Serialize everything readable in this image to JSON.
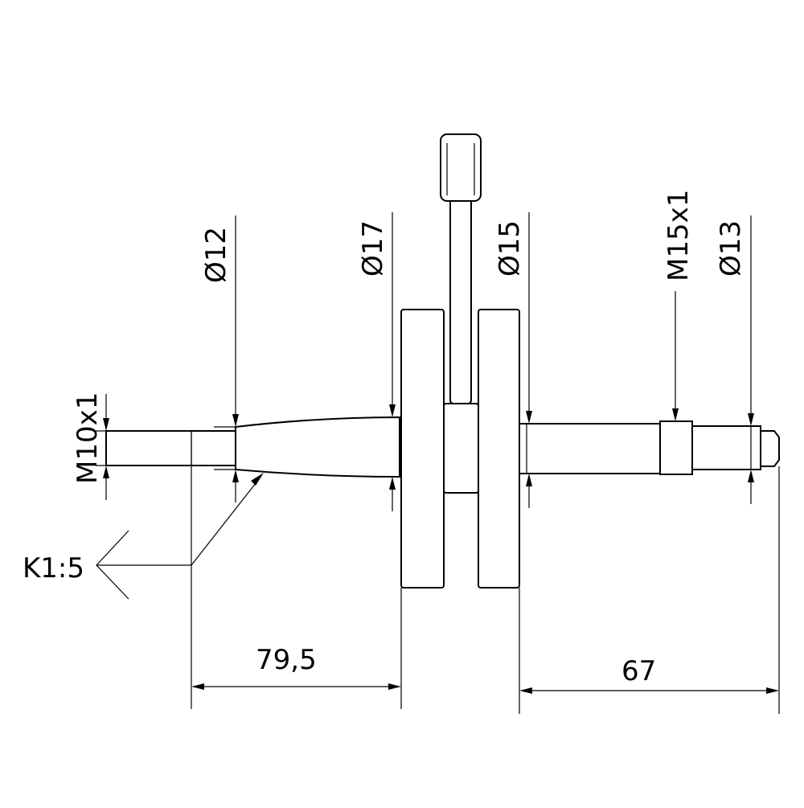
{
  "labels": {
    "d12": "Ø12",
    "d17": "Ø17",
    "d15": "Ø15",
    "m15": "M15x1",
    "d13": "Ø13",
    "m10": "M10x1",
    "taper": "K1:5",
    "len_left": "79,5",
    "len_right": "67"
  }
}
